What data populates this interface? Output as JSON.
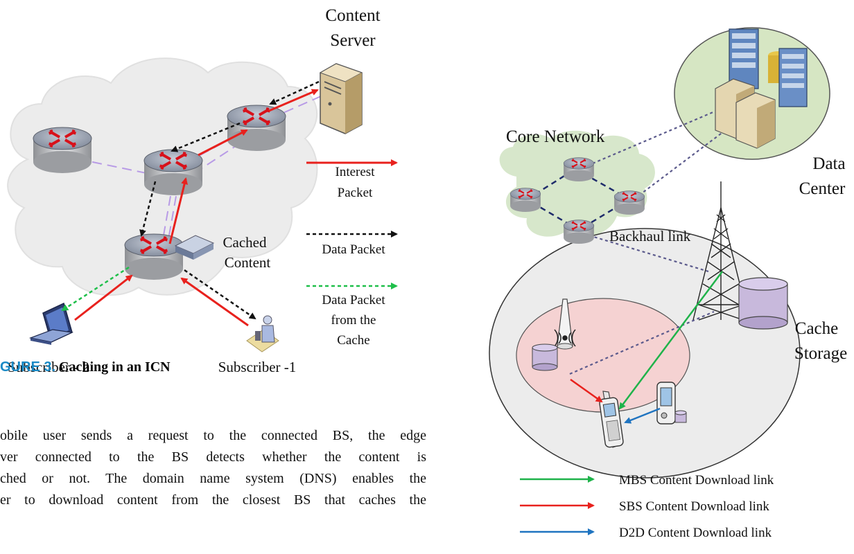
{
  "figure3": {
    "labels": {
      "content_server_1": "Content",
      "content_server_2": "Server",
      "cached_content_1": "Cached",
      "cached_content_2": "Content",
      "subscriber_2": "Subscriber - 2",
      "subscriber_1": "Subscriber -1"
    },
    "legend": {
      "interest_1": "Interest",
      "interest_2": "Packet",
      "data_packet": "Data Packet",
      "cache_1": "Data Packet",
      "cache_2": "from the",
      "cache_3": "Cache"
    },
    "colors": {
      "interest": "#e8211d",
      "data": "#111111",
      "cache": "#1fbf4a",
      "link": "#b89be6"
    }
  },
  "caption": {
    "figure_label": "GURE 3.",
    "title": "Caching in an ICN"
  },
  "body_lines": [
    "obile user sends a request to the connected BS, the edge",
    "ver connected to the BS detects whether the content is",
    "ched or not. The domain name system (DNS) enables the",
    "er to download content from the closest BS that caches the"
  ],
  "figure4": {
    "labels": {
      "core_network": "Core Network",
      "data_center_1": "Data",
      "data_center_2": "Center",
      "backhaul": "Backhaul link",
      "cache_1": "Cache",
      "cache_2": "Storage"
    },
    "legend": [
      {
        "label": "MBS Content Download link",
        "color": "#1fb34a"
      },
      {
        "label": "SBS Content Download link",
        "color": "#e8211d"
      },
      {
        "label": "D2D Content Download link",
        "color": "#1f74c0"
      }
    ]
  }
}
